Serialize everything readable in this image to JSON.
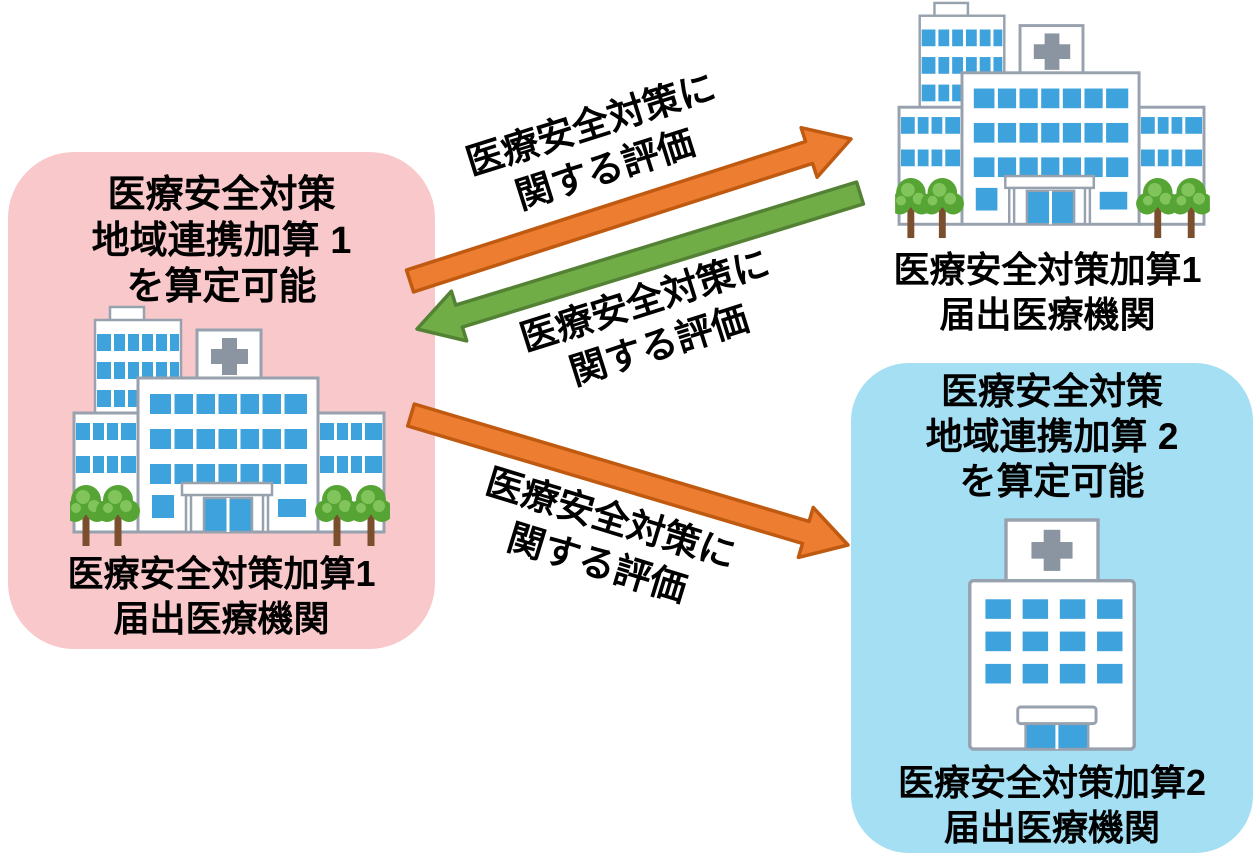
{
  "diagram": {
    "left_box": {
      "bg_color": "#F9C8CB",
      "title_line1": "医療安全対策",
      "title_line2": "地域連携加算 1",
      "title_line3": "を算定可能",
      "facility_label_line1": "医療安全対策加算1",
      "facility_label_line2": "届出医療機関"
    },
    "top_right_facility": {
      "label_line1": "医療安全対策加算1",
      "label_line2": "届出医療機関"
    },
    "bottom_right_box": {
      "bg_color": "#A5DFF3",
      "title_line1": "医療安全対策",
      "title_line2": "地域連携加算 2",
      "title_line3": "を算定可能",
      "facility_label_line1": "医療安全対策加算2",
      "facility_label_line2": "届出医療機関"
    },
    "arrow_top": {
      "fill_color": "#ED7D31",
      "outline_color": "#C05A11",
      "direction": "left-facility-to-top-right-facility",
      "label_line1": "医療安全対策に",
      "label_line2": "関する評価"
    },
    "arrow_middle": {
      "fill_color": "#70AD47",
      "outline_color": "#548235",
      "direction": "top-right-facility-to-left-facility",
      "label_line1": "医療安全対策に",
      "label_line2": "関する評価"
    },
    "arrow_bottom": {
      "fill_color": "#ED7D31",
      "outline_color": "#C05A11",
      "direction": "left-facility-to-bottom-right-facility",
      "label_line1": "医療安全対策に",
      "label_line2": "関する評価"
    }
  }
}
